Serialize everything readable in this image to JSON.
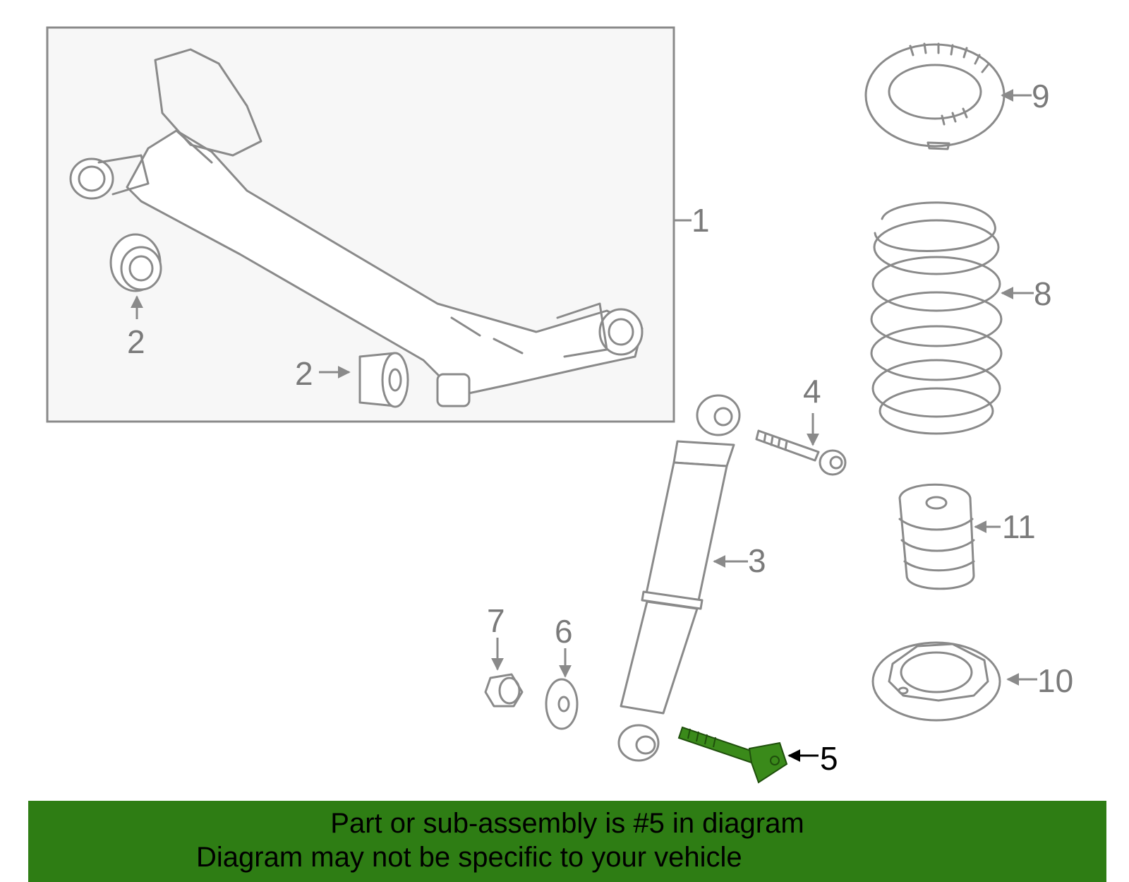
{
  "callouts": {
    "c1": "1",
    "c2a": "2",
    "c2b": "2",
    "c3": "3",
    "c4": "4",
    "c5": "5",
    "c6": "6",
    "c7": "7",
    "c8": "8",
    "c9": "9",
    "c10": "10",
    "c11": "11"
  },
  "highlight": {
    "part_number": "5",
    "color": "#3a8a1a"
  },
  "banner": {
    "line1": "Part or sub-assembly is #5 in diagram",
    "line2": "Diagram may not be specific to your vehicle",
    "background": "#2e7d14"
  }
}
